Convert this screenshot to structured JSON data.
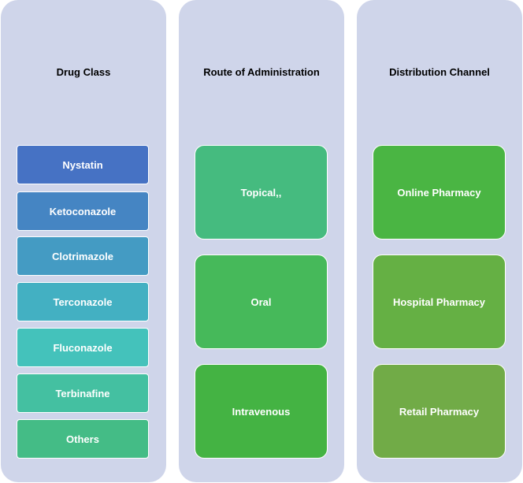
{
  "columns": [
    {
      "title": "Drug Class",
      "items": [
        {
          "label": "Nystatin",
          "color": "#4672c4"
        },
        {
          "label": "Ketoconazole",
          "color": "#4585c3"
        },
        {
          "label": "Clotrimazole",
          "color": "#449bc3"
        },
        {
          "label": "Terconazole",
          "color": "#43b0c2"
        },
        {
          "label": "Fluconazole",
          "color": "#44c2bb"
        },
        {
          "label": "Terbinafine",
          "color": "#44c0a1"
        },
        {
          "label": "Others",
          "color": "#44bc86"
        }
      ]
    },
    {
      "title": "Route of Administration",
      "items": [
        {
          "label": "Topical,,",
          "color": "#45bb7f"
        },
        {
          "label": "Oral",
          "color": "#46b95a"
        },
        {
          "label": "Intravenous",
          "color": "#44b343"
        }
      ]
    },
    {
      "title": "Distribution Channel",
      "items": [
        {
          "label": "Online Pharmacy",
          "color": "#4ab543"
        },
        {
          "label": "Hospital Pharmacy",
          "color": "#65b044"
        },
        {
          "label": "Retail Pharmacy",
          "color": "#71ab47"
        }
      ]
    }
  ]
}
